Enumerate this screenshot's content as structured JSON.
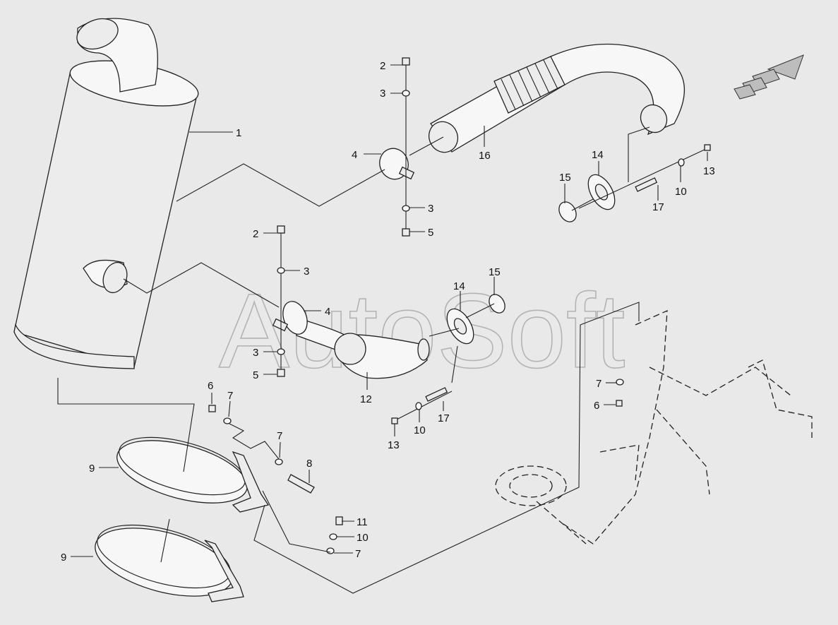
{
  "watermark": "AutoSoft",
  "callouts": [
    {
      "id": "c1",
      "text": "1"
    },
    {
      "id": "c2a",
      "text": "2"
    },
    {
      "id": "c3a",
      "text": "3"
    },
    {
      "id": "c4a",
      "text": "4"
    },
    {
      "id": "c16",
      "text": "16"
    },
    {
      "id": "c3b",
      "text": "3"
    },
    {
      "id": "c5a",
      "text": "5"
    },
    {
      "id": "c14a",
      "text": "14"
    },
    {
      "id": "c15a",
      "text": "15"
    },
    {
      "id": "c13a",
      "text": "13"
    },
    {
      "id": "c10a",
      "text": "10"
    },
    {
      "id": "c17a",
      "text": "17"
    },
    {
      "id": "c2b",
      "text": "2"
    },
    {
      "id": "c3c",
      "text": "3"
    },
    {
      "id": "c4b",
      "text": "4"
    },
    {
      "id": "c3d",
      "text": "3"
    },
    {
      "id": "c5b",
      "text": "5"
    },
    {
      "id": "c15b",
      "text": "15"
    },
    {
      "id": "c14b",
      "text": "14"
    },
    {
      "id": "c12",
      "text": "12"
    },
    {
      "id": "c17b",
      "text": "17"
    },
    {
      "id": "c10b",
      "text": "10"
    },
    {
      "id": "c13b",
      "text": "13"
    },
    {
      "id": "c6a",
      "text": "6"
    },
    {
      "id": "c7a",
      "text": "7"
    },
    {
      "id": "c9a",
      "text": "9"
    },
    {
      "id": "c7b",
      "text": "7"
    },
    {
      "id": "c8",
      "text": "8"
    },
    {
      "id": "c11",
      "text": "11"
    },
    {
      "id": "c10c",
      "text": "10"
    },
    {
      "id": "c7c",
      "text": "7"
    },
    {
      "id": "c9b",
      "text": "9"
    },
    {
      "id": "c7d",
      "text": "7"
    },
    {
      "id": "c6b",
      "text": "6"
    }
  ]
}
